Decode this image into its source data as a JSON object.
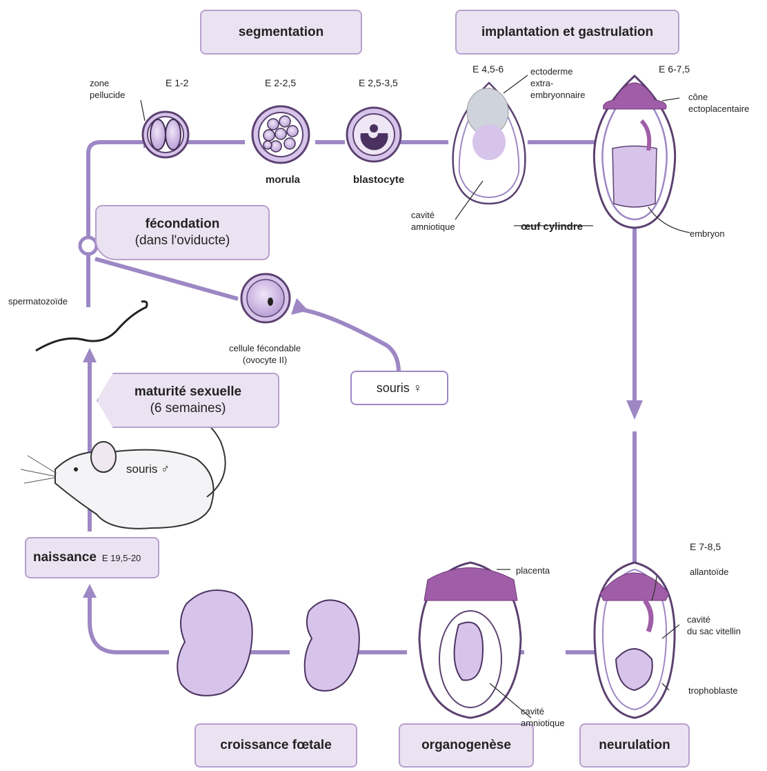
{
  "phases": {
    "segmentation": "segmentation",
    "implantation": "implantation et gastrulation",
    "neurulation": "neurulation",
    "organogenese": "organogenèse",
    "croissance": "croissance fœtale",
    "naissance": "naissance",
    "naissance_stage": "E 19,5-20"
  },
  "fecondation": {
    "title": "fécondation",
    "subtitle": "(dans l'oviducte)"
  },
  "maturite": {
    "title": "maturité sexuelle",
    "subtitle": "(6 semaines)"
  },
  "souris_female": "souris ♀",
  "souris_male": "souris ♂",
  "stages": {
    "e1": "E 1-2",
    "e2": "E 2-2,5",
    "e3": "E 2,5-3,5",
    "e4": "E 4,5-6",
    "e5": "E 6-7,5",
    "e6": "E 7-8,5"
  },
  "labels": {
    "zone_pellucide": [
      "zone",
      "pellucide"
    ],
    "morula": "morula",
    "blastocyte": "blastocyte",
    "ectoderme": [
      "ectoderme",
      "extra-",
      "embryonnaire"
    ],
    "cavite_amniotique_1": [
      "cavité",
      "amniotique"
    ],
    "oeuf_cylindre": "œuf cylindre",
    "cone": [
      "cône",
      "ectoplacentaire"
    ],
    "embryon": "embryon",
    "spermatozoide": "spermatozoïde",
    "cellule": [
      "cellule fécondable",
      "(ovocyte II)"
    ],
    "placenta": "placenta",
    "allantoide": "allantoïde",
    "cavite_sac": [
      "cavité",
      "du sac vitellin"
    ],
    "cavite_amniotique_2": [
      "cavité",
      "amniotique"
    ],
    "trophoblaste": "trophoblaste"
  },
  "colors": {
    "arrow": "#9d87c4",
    "cell_fill": "#d8c8ec",
    "cell_dark": "#5b4170",
    "placenta": "#a05ea8",
    "box_fill": "#ebe3f2"
  }
}
